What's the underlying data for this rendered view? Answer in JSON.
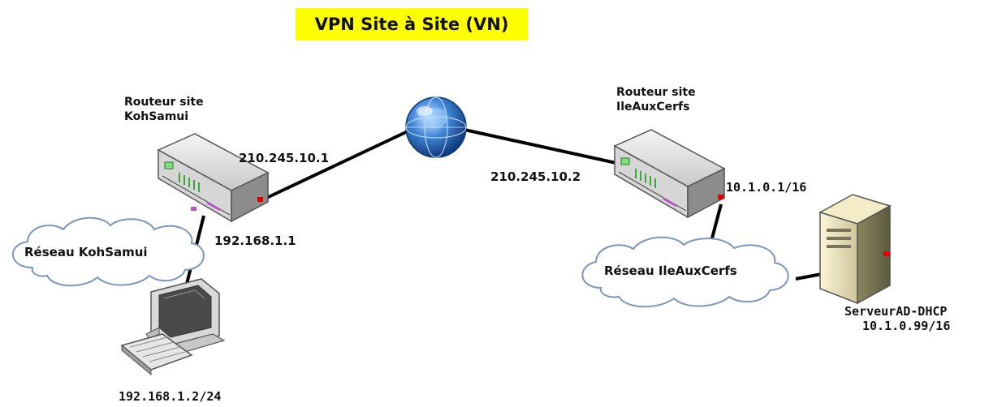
{
  "title": "VPN Site à Site (VN)",
  "colors": {
    "title_highlight": "#ffff00",
    "link": "#000000",
    "port": "#e00000"
  },
  "routers": {
    "left": {
      "label_line1": "Routeur site",
      "label_line2": "KohSamui",
      "wan_ip": "210.245.10.1",
      "lan_ip": "192.168.1.1"
    },
    "right": {
      "label_line1": "Routeur site",
      "label_line2": "IleAuxCerfs",
      "wan_ip": "210.245.10.2",
      "lan_ip": "10.1.0.1/16"
    }
  },
  "clouds": {
    "left": "Réseau KohSamui",
    "right": "Réseau IleAuxCerfs"
  },
  "pc": {
    "ip": "192.168.1.2/24"
  },
  "server": {
    "name": "ServeurAD-DHCP",
    "ip": "10.1.0.99/16"
  },
  "icons": [
    "globe-icon",
    "router-icon",
    "cloud-icon",
    "pc-icon",
    "server-icon"
  ]
}
